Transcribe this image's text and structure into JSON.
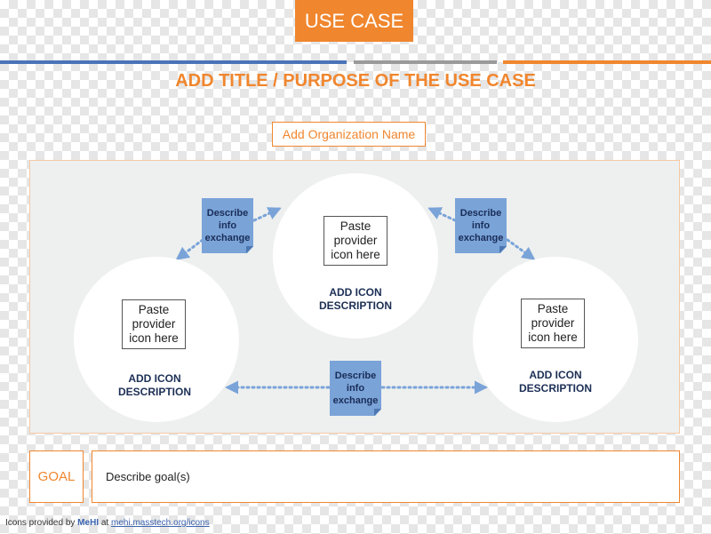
{
  "header": {
    "banner": "USE CASE",
    "title": "ADD TITLE / PURPOSE OF THE USE CASE",
    "organization": "Add Organization Name"
  },
  "nodes": [
    {
      "icon_placeholder": "Paste provider icon here",
      "description": "ADD ICON DESCRIPTION"
    },
    {
      "icon_placeholder": "Paste provider icon here",
      "description": "ADD ICON DESCRIPTION"
    },
    {
      "icon_placeholder": "Paste provider icon here",
      "description": "ADD ICON DESCRIPTION"
    }
  ],
  "exchanges": [
    {
      "label": "Describe info exchange"
    },
    {
      "label": "Describe info exchange"
    },
    {
      "label": "Describe info exchange"
    }
  ],
  "goal": {
    "label": "GOAL",
    "text": "Describe goal(s)"
  },
  "footer": {
    "prefix": "Icons provided by",
    "brand": "MeHI",
    "at": "at",
    "link": "mehi.masstech.org/icons"
  },
  "colors": {
    "accent": "#f0862e",
    "blue": "#4a73b8",
    "note": "#7aa3d8",
    "arrow": "#7aa3d8"
  }
}
